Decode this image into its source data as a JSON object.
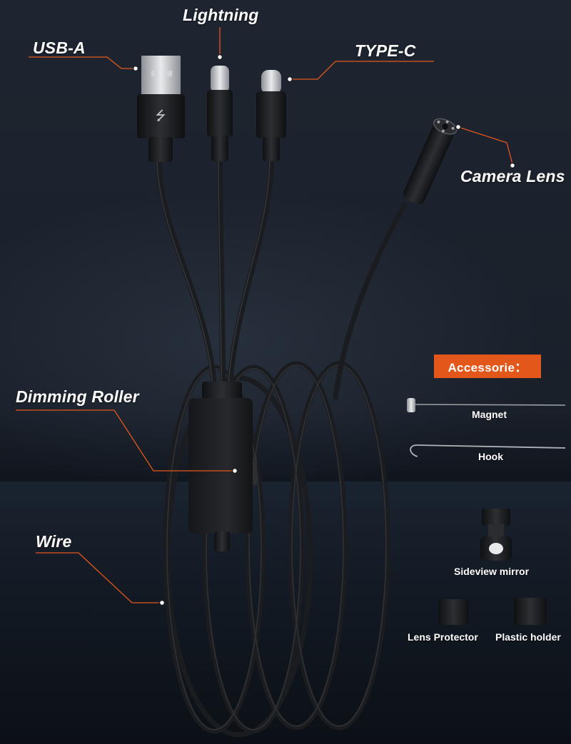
{
  "labels": {
    "lightning": "Lightning",
    "usb_a": "USB-A",
    "type_c": "TYPE-C",
    "camera_lens": "Camera Lens",
    "dimming_roller": "Dimming Roller",
    "wire": "Wire"
  },
  "accessories": {
    "title": "Accessorie：",
    "magnet": "Magnet",
    "hook": "Hook",
    "sideview_mirror": "Sideview mirror",
    "lens_protector": "Lens Protector",
    "plastic_holder": "Plastic holder"
  },
  "colors": {
    "accent": "#e4571a",
    "cable": "#1b1c1f",
    "background": "#1e2530"
  }
}
